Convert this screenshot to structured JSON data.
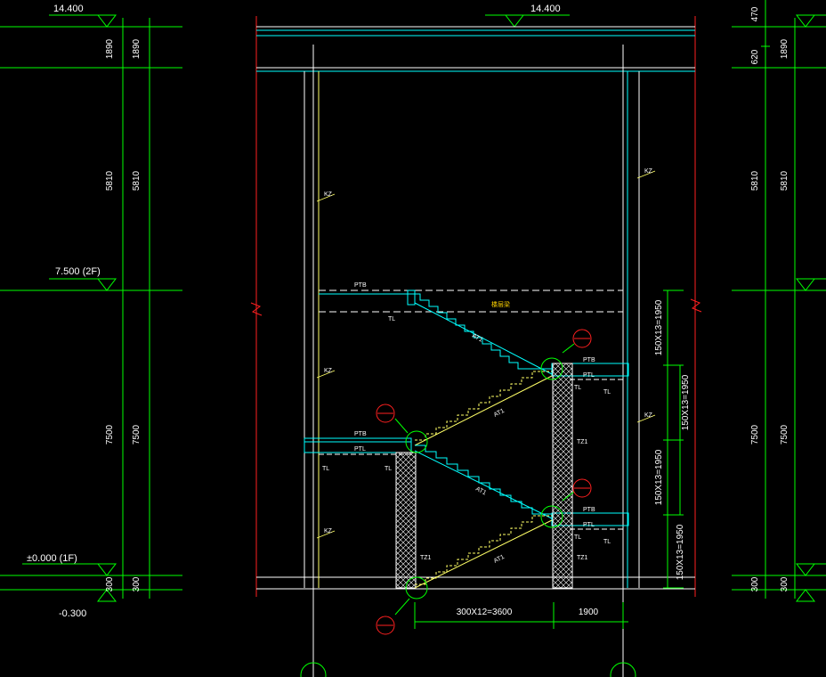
{
  "elevations": {
    "top_left": "14.400",
    "top_center": "14.400",
    "mid_left": "7.500  (2F)",
    "ground_left": "±0.000  (1F)",
    "bottom_left": "-0.300"
  },
  "left_dims": [
    "1890",
    "1890",
    "5810",
    "5810",
    "7500",
    "7500",
    "300",
    "300"
  ],
  "right_dims": [
    "470",
    "1890",
    "620",
    "5810",
    "5810",
    "7500",
    "7500",
    "300",
    "300"
  ],
  "flight_dims": [
    "150X13=1950",
    "150X13=1950",
    "150X13=1950",
    "150X13=1950"
  ],
  "bottom_dims": [
    "300X12=3600",
    "1900"
  ],
  "labels": {
    "kz": "KZ",
    "ptb": "PTB",
    "ptl": "PTL",
    "tl": "TL",
    "tz1": "TZ1",
    "stair": "AT1",
    "floor_beam": "楼层梁"
  },
  "colors": {
    "background": "#000000",
    "grid": "#00ff00",
    "beam": "#00ffff",
    "column": "#ffff66",
    "dim": "#ffffff",
    "mark": "#ff2020"
  }
}
